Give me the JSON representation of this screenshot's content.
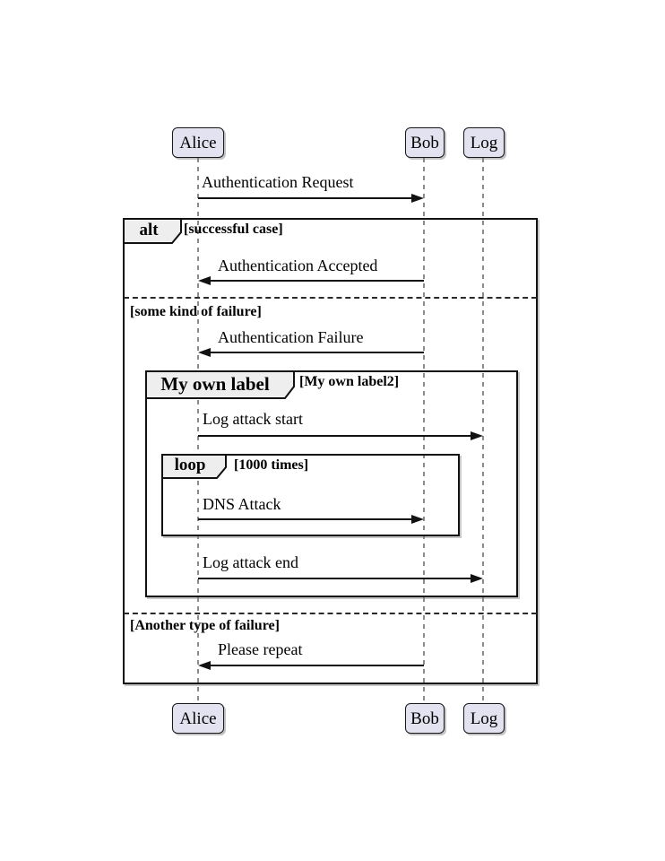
{
  "diagram_type": "uml-sequence",
  "actors": [
    {
      "name": "Alice"
    },
    {
      "name": "Bob"
    },
    {
      "name": "Log"
    }
  ],
  "messages": [
    {
      "label": "Authentication Request",
      "from": "Alice",
      "to": "Bob"
    },
    {
      "label": "Authentication Accepted",
      "from": "Bob",
      "to": "Alice"
    },
    {
      "label": "Authentication Failure",
      "from": "Bob",
      "to": "Alice"
    },
    {
      "label": "Log attack start",
      "from": "Alice",
      "to": "Log"
    },
    {
      "label": "DNS Attack",
      "from": "Alice",
      "to": "Bob"
    },
    {
      "label": "Log attack end",
      "from": "Alice",
      "to": "Log"
    },
    {
      "label": "Please repeat",
      "from": "Bob",
      "to": "Alice"
    }
  ],
  "fragments": {
    "alt": {
      "operator": "alt",
      "operands": [
        {
          "guard": "[successful case]"
        },
        {
          "guard": "[some kind of failure]"
        },
        {
          "guard": "[Another type of failure]"
        }
      ]
    },
    "group": {
      "operator": "My own label",
      "guard": "[My own label2]"
    },
    "loop": {
      "operator": "loop",
      "guard": "[1000 times]"
    }
  },
  "colors": {
    "actor_fill": "#E2E2F0",
    "actor_border": "#181818",
    "fragment_label_fill": "#EEEEEE",
    "line": "#121212",
    "lifeline": "#8B8B8B",
    "text": "#000000"
  }
}
